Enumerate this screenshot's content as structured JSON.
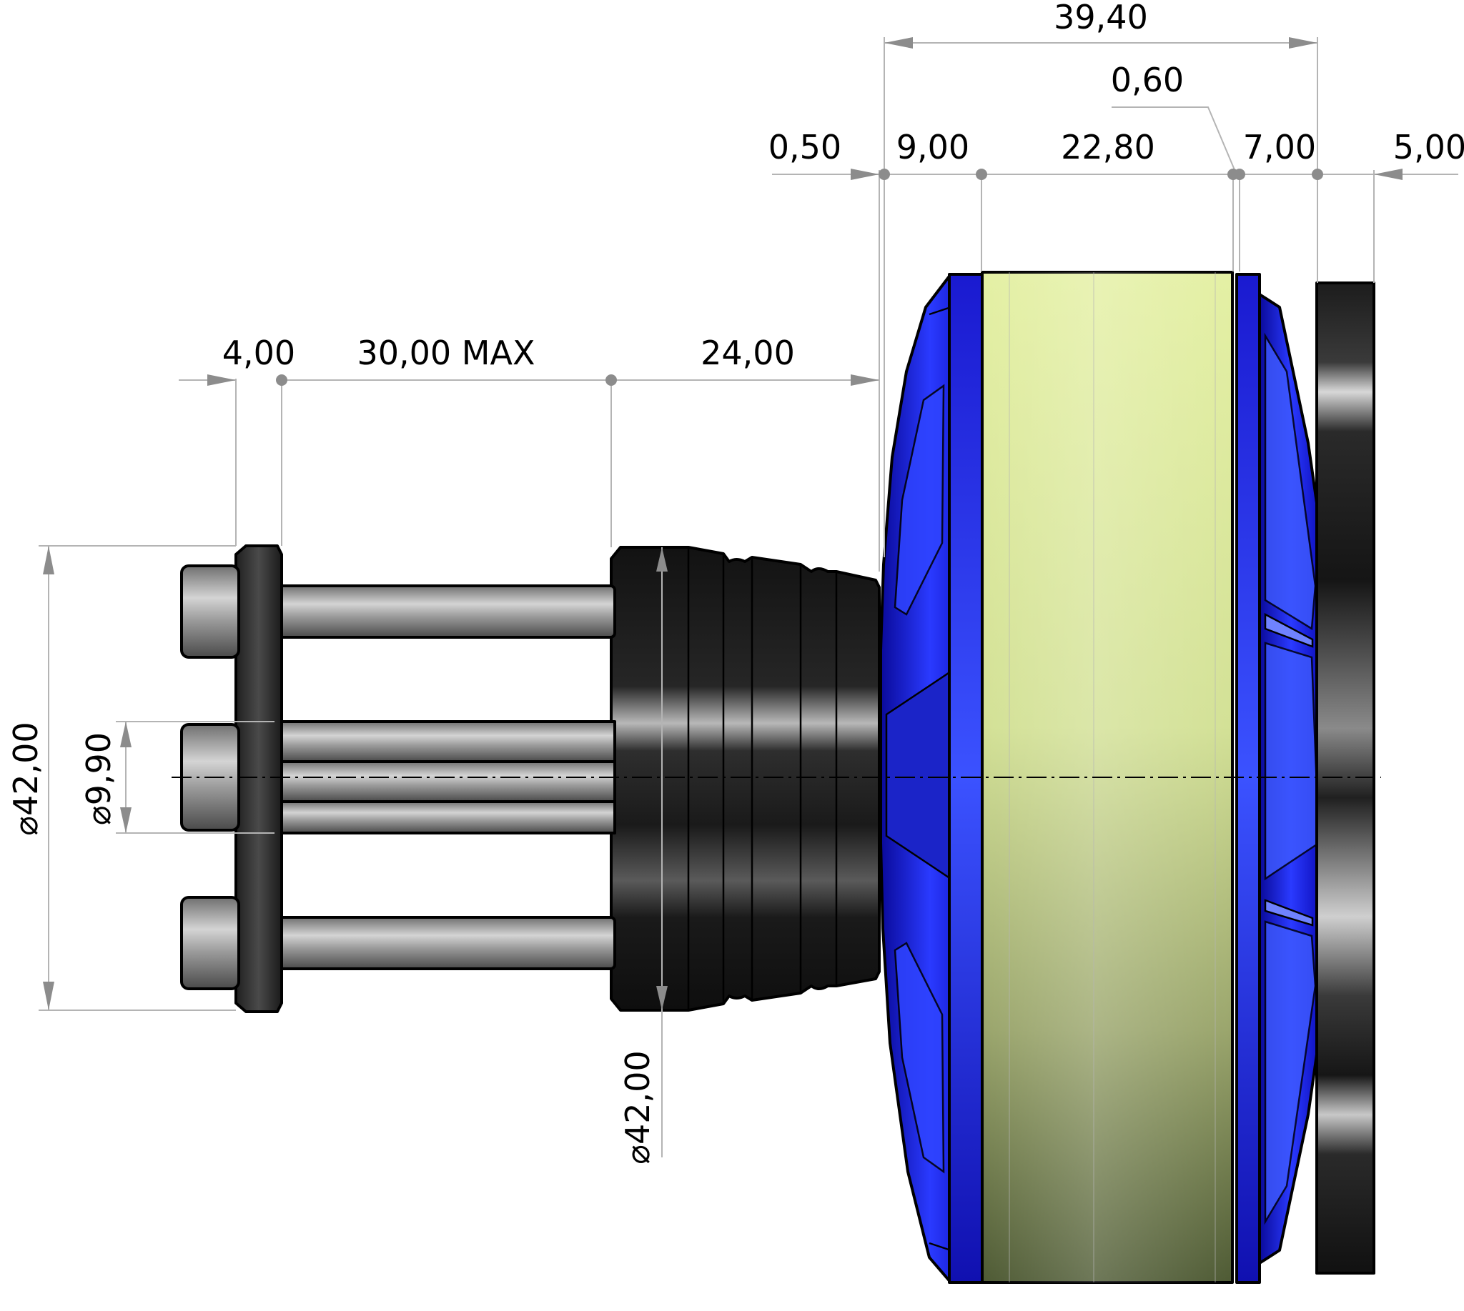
{
  "colors": {
    "stator_light": "#dce89a",
    "stator_dark": "#4e5a34",
    "bell_blue": "#1414d8",
    "bell_blue_light": "#4a5cff",
    "mount_dark": "#1a1a1a",
    "mount_light": "#cfcfcf",
    "dimension_line": "#b4b4b4",
    "dimension_marker": "#8c8c8c"
  },
  "dimensions": {
    "overall_length": "39,40",
    "air_gap": "0,60",
    "front_gap": "0,50",
    "bell_front": "9,00",
    "stator_length": "22,80",
    "bell_rear": "7,00",
    "rear_mount": "5,00",
    "cross_plate": "4,00",
    "shaft_length_max": "30,00 MAX",
    "prop_adapter": "24,00",
    "diameter_mount": "⌀42,00",
    "diameter_shaft": "⌀9,90",
    "diameter_adapter": "⌀42,00"
  }
}
